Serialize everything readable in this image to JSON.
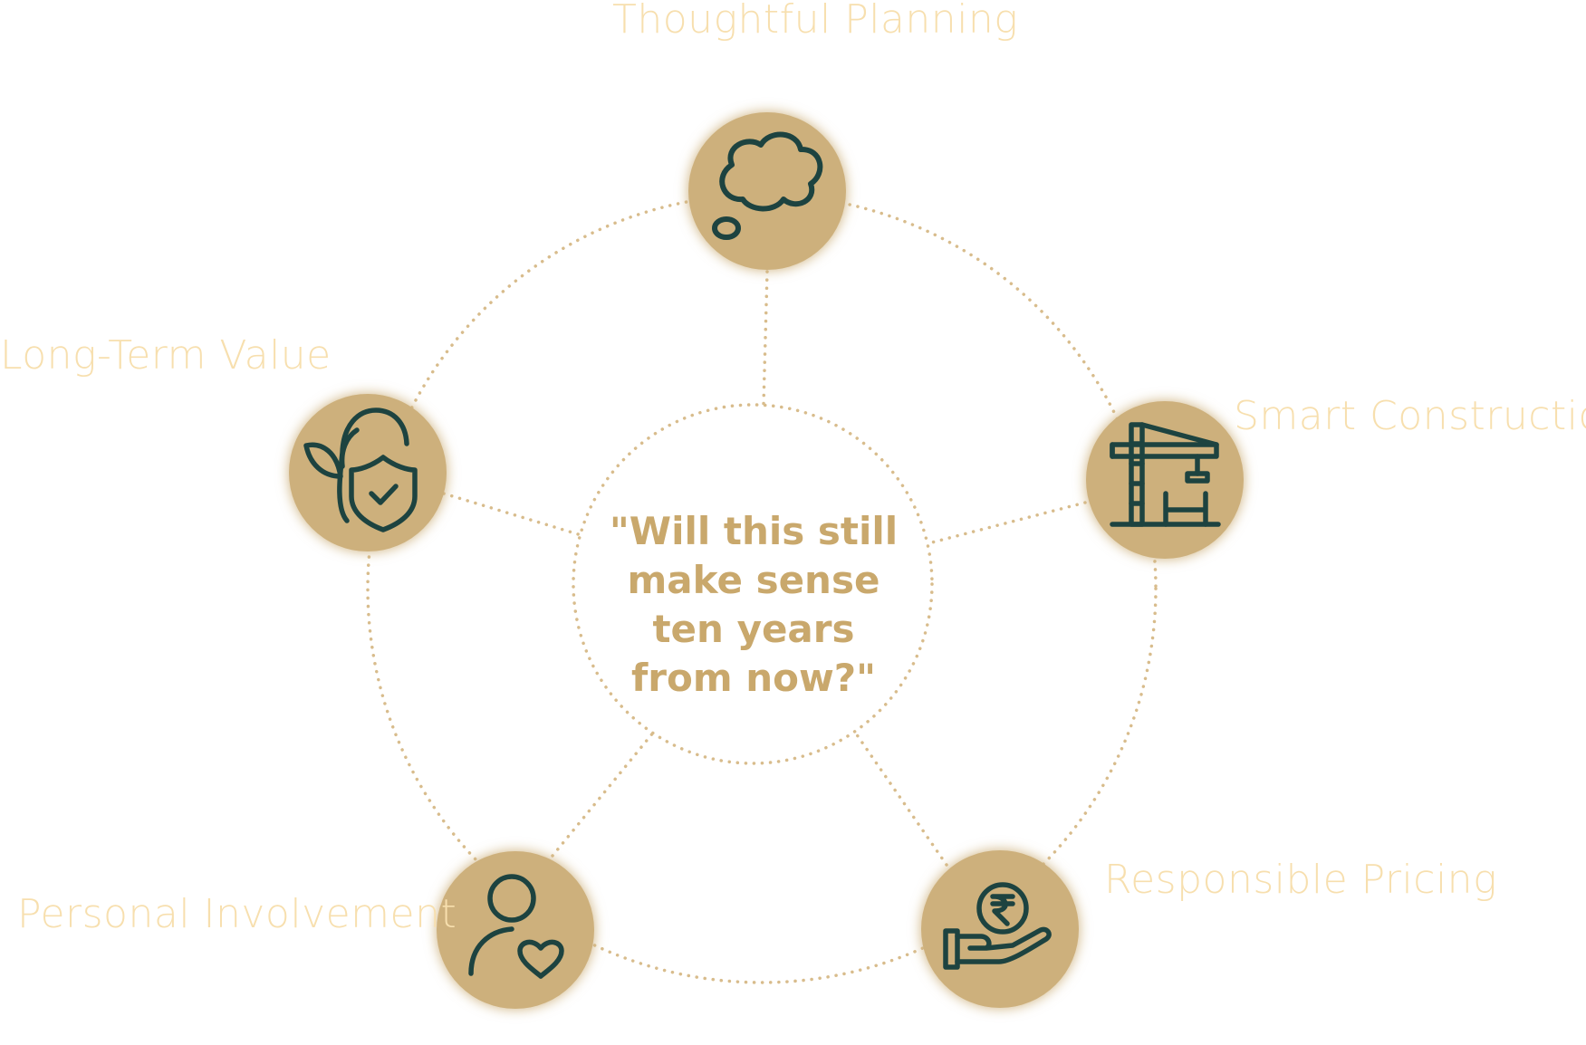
{
  "center_question": {
    "lines": [
      "\"Will this still",
      "make sense",
      "ten years",
      "from now?\""
    ]
  },
  "nodes": [
    {
      "id": "planning",
      "label": "Thoughtful Planning",
      "icon": "thought-bubble-icon"
    },
    {
      "id": "construction",
      "label": "Smart Construction",
      "icon": "crane-icon"
    },
    {
      "id": "pricing",
      "label": "Responsible Pricing",
      "icon": "rupee-hand-icon"
    },
    {
      "id": "involvement",
      "label": "Personal Involvement",
      "icon": "person-heart-icon"
    },
    {
      "id": "value",
      "label": "Long-Term Value",
      "icon": "leaf-shield-icon"
    }
  ],
  "colors": {
    "node_fill": "#cdb07c",
    "icon_stroke": "#1d4340",
    "label": "#f7dfae",
    "center_text": "#c9a86c",
    "dotted_line": "#d8bc8c"
  }
}
